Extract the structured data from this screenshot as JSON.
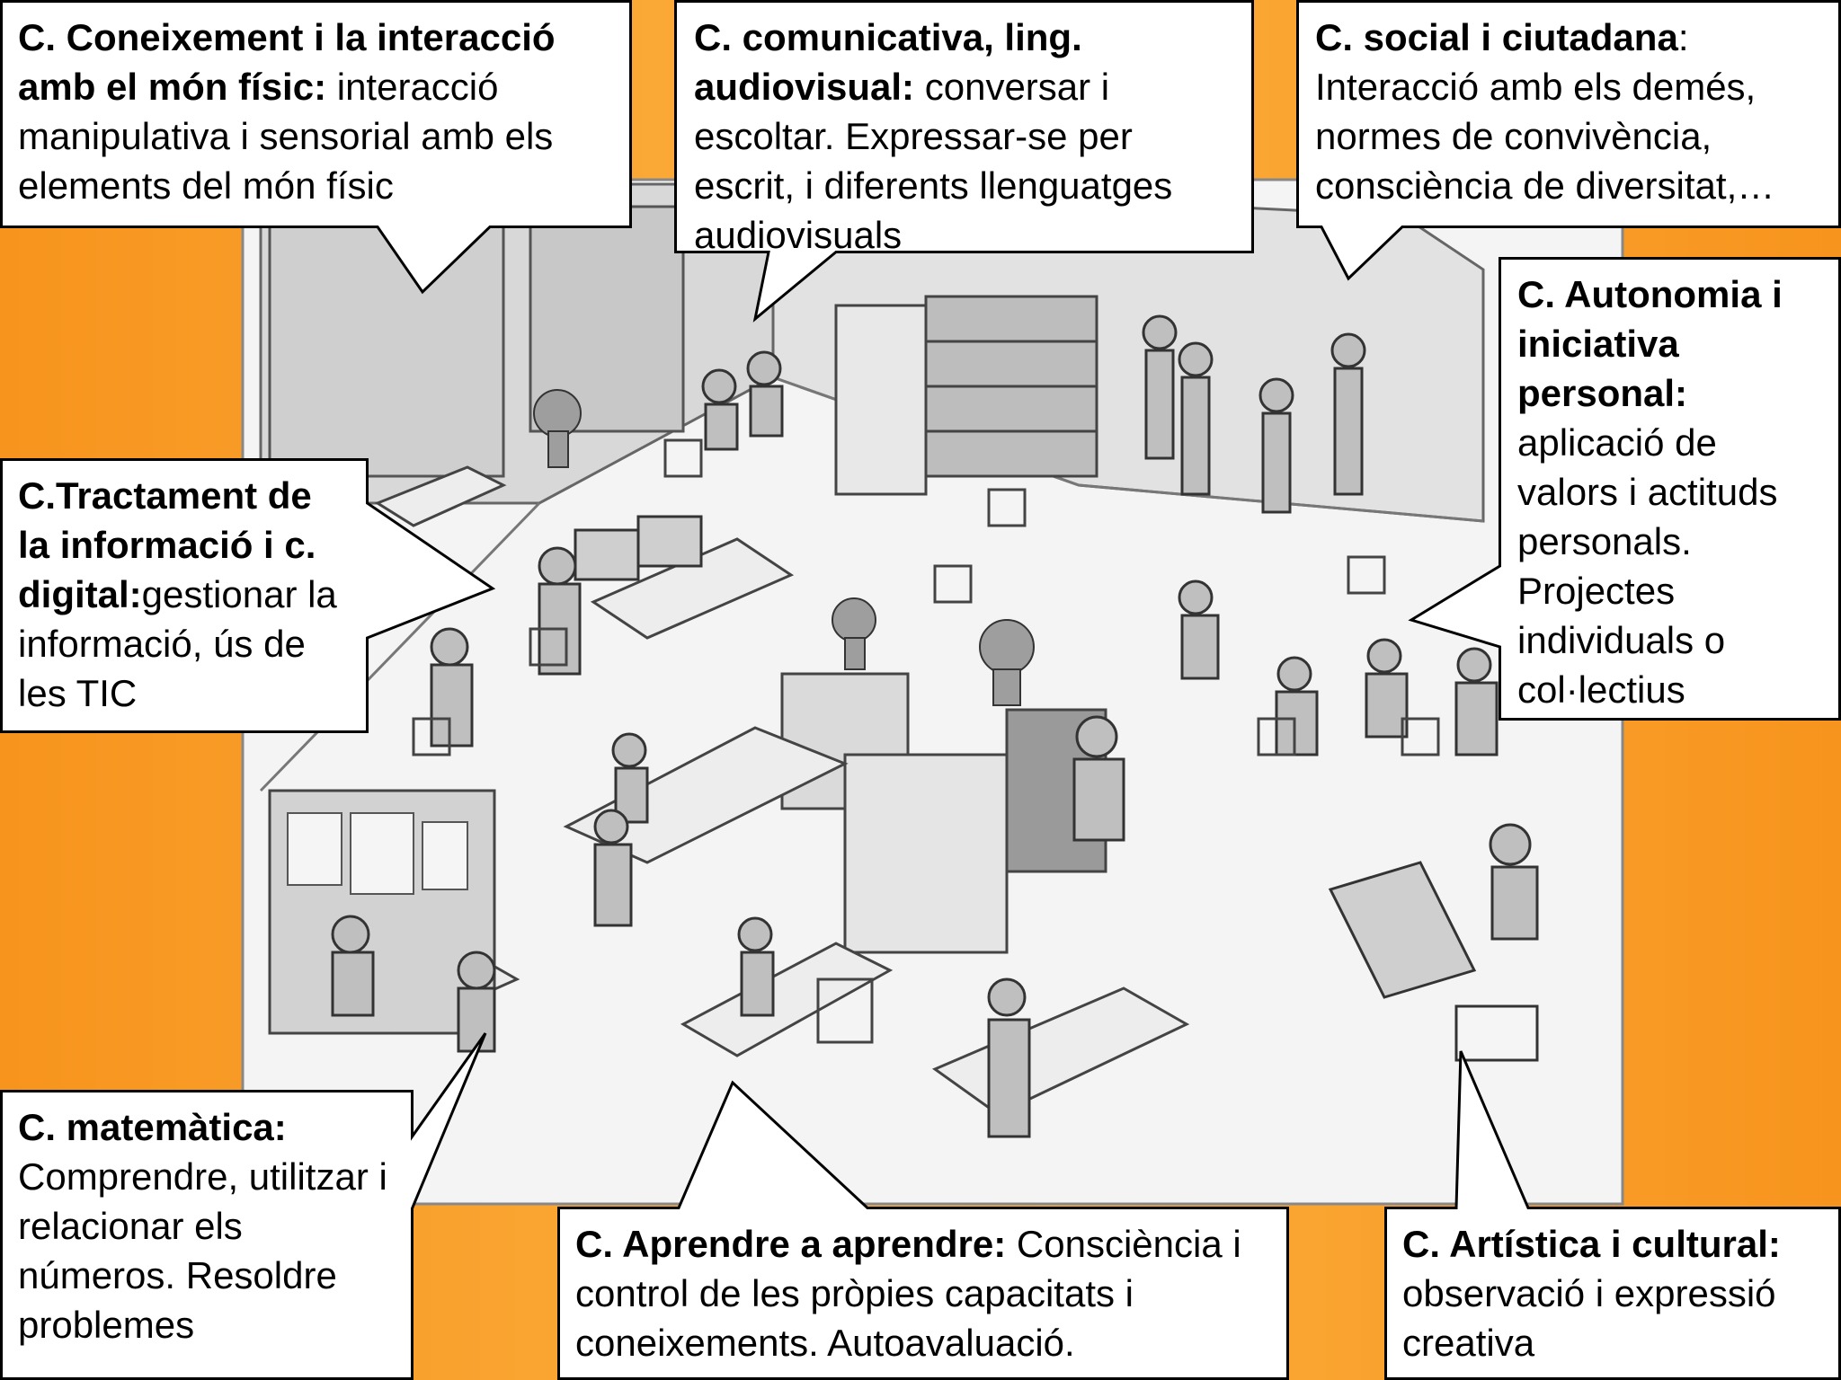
{
  "colors": {
    "background_orange": "#f7941d",
    "background_orange_light": "#fbb24a",
    "callout_fill": "#ffffff",
    "callout_border": "#000000",
    "illustration_floor": "#f2f2f2",
    "illustration_wall": "#dcdcdc",
    "illustration_ink": "#555555"
  },
  "callouts": [
    {
      "id": "fisic",
      "title": "C. Coneixement i la interacció amb el món físic:",
      "body": " interacció manipulativa i sensorial amb els elements del món físic"
    },
    {
      "id": "comunicativa",
      "title": "C. comunicativa, ling. audiovisual:",
      "body": " conversar i escoltar. Expressar-se per escrit, i diferents llenguatges audiovisuals"
    },
    {
      "id": "social",
      "title": "C. social i ciutadana",
      "body": ": Interacció amb els demés, normes de convivència, consciència de diversitat,…"
    },
    {
      "id": "autonomia",
      "title": "C. Autonomia i iniciativa personal:",
      "body": " aplicació de valors i actituds personals. Projectes individuals o col·lectius"
    },
    {
      "id": "digital",
      "title": "C.Tractament de la informació i c. digital:",
      "body": "gestionar la informació, ús de les TIC"
    },
    {
      "id": "matematica",
      "title": "C. matemàtica:",
      "body": " Comprendre, utilitzar i relacionar els números. Resoldre problemes"
    },
    {
      "id": "aprendre",
      "title": "C. Aprendre a aprendre:",
      "body": " Consciència i control de les pròpies capacitats i coneixements. Autoavaluació."
    },
    {
      "id": "artistica",
      "title": "C. Artística i cultural:",
      "body": " observació i expressió creativa"
    }
  ]
}
